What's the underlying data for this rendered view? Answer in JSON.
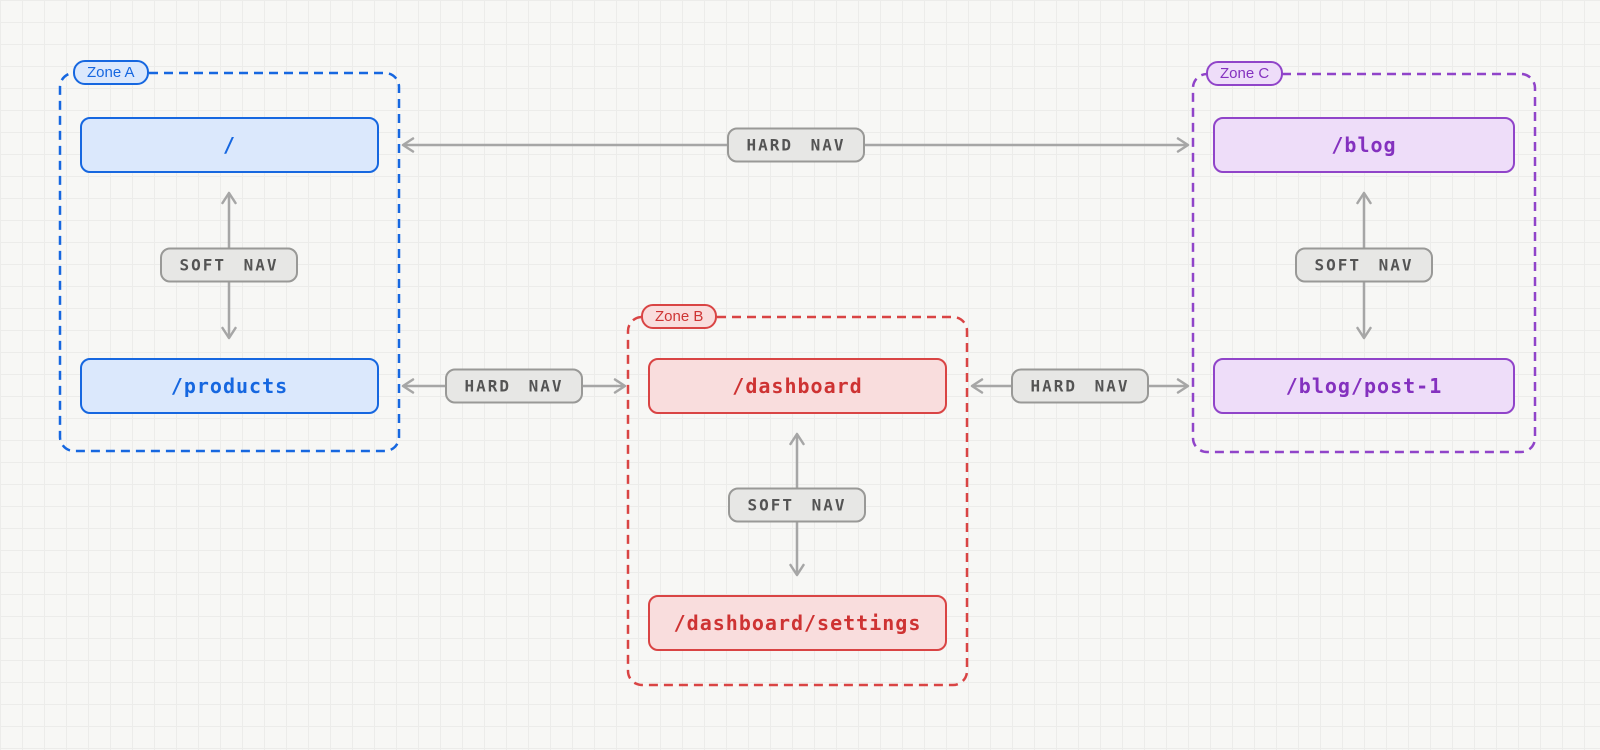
{
  "diagram": {
    "title_hint": "routing zones navigation diagram",
    "zones": [
      {
        "id": "zone-a",
        "label": "Zone A",
        "color": "#1667e0",
        "fill": "#dbe8fc",
        "routes": [
          "/",
          "/products"
        ]
      },
      {
        "id": "zone-b",
        "label": "Zone B",
        "color": "#d94444",
        "fill": "#f9dddd",
        "routes": [
          "/dashboard",
          "/dashboard/settings"
        ]
      },
      {
        "id": "zone-c",
        "label": "Zone C",
        "color": "#9044c9",
        "fill": "#eeddf9",
        "routes": [
          "/blog",
          "/blog/post-1"
        ]
      }
    ],
    "edges": [
      {
        "from": "/",
        "to": "/blog",
        "label": "HARD NAV",
        "type": "hard",
        "direction": "bidirectional"
      },
      {
        "from": "/products",
        "to": "/dashboard",
        "label": "HARD NAV",
        "type": "hard",
        "direction": "bidirectional"
      },
      {
        "from": "/dashboard",
        "to": "/blog/post-1",
        "label": "HARD NAV",
        "type": "hard",
        "direction": "bidirectional"
      },
      {
        "from": "/",
        "to": "/products",
        "label": "SOFT NAV",
        "type": "soft",
        "direction": "bidirectional"
      },
      {
        "from": "/dashboard",
        "to": "/dashboard/settings",
        "label": "SOFT NAV",
        "type": "soft",
        "direction": "bidirectional"
      },
      {
        "from": "/blog",
        "to": "/blog/post-1",
        "label": "SOFT NAV",
        "type": "soft",
        "direction": "bidirectional"
      }
    ],
    "colors": {
      "background": "#f7f7f5",
      "grid_line": "#ececea",
      "arrow_gray": "#a6a6a6",
      "pill_fill": "#e7e7e5",
      "pill_border": "#999997",
      "pill_text": "#545454",
      "zone_a_accent": "#1667e0",
      "zone_b_accent": "#d94444",
      "zone_c_accent": "#9044c9"
    }
  }
}
